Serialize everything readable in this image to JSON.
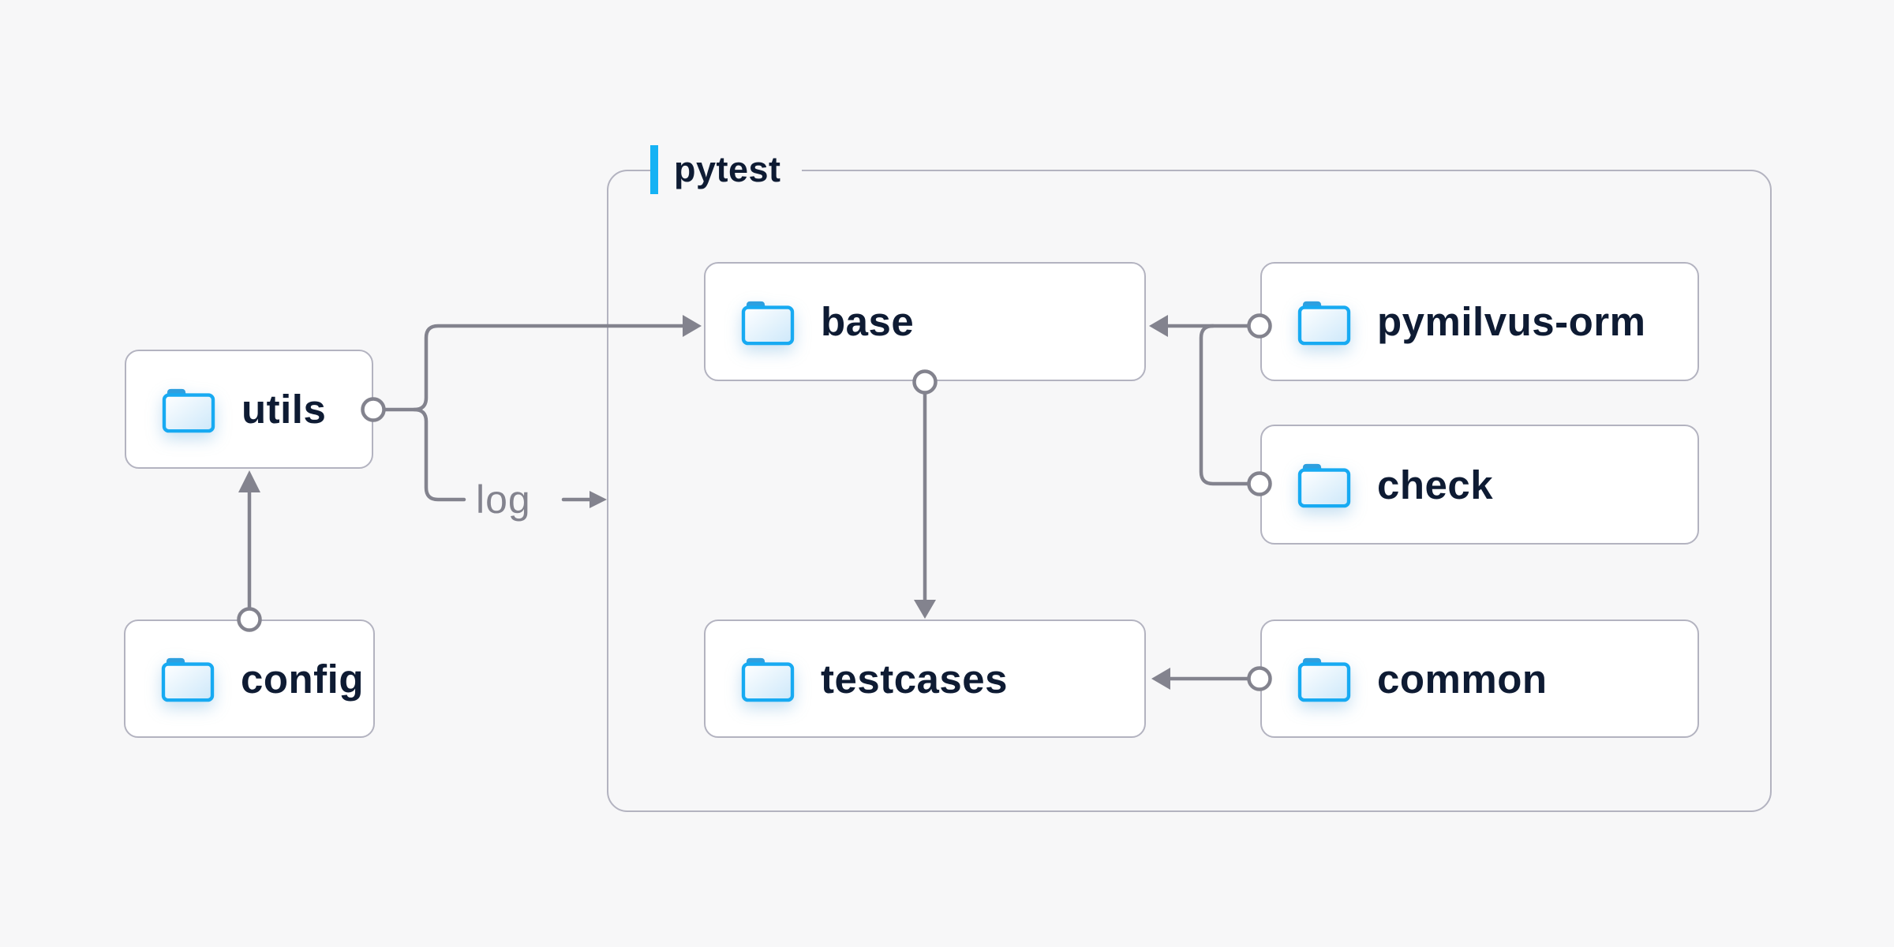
{
  "diagram": {
    "background_color": "#f7f7f8",
    "group": {
      "label": "pytest",
      "accent_color": "#16b2f4",
      "border_color": "#b3b3c0"
    },
    "nodes": {
      "utils": {
        "label": "utils",
        "icon": "folder-icon",
        "in_group": false
      },
      "config": {
        "label": "config",
        "icon": "folder-icon",
        "in_group": false
      },
      "base": {
        "label": "base",
        "icon": "folder-icon",
        "in_group": true
      },
      "pymilvus_orm": {
        "label": "pymilvus-orm",
        "icon": "folder-icon",
        "in_group": true
      },
      "check": {
        "label": "check",
        "icon": "folder-icon",
        "in_group": true
      },
      "testcases": {
        "label": "testcases",
        "icon": "folder-icon",
        "in_group": true
      },
      "common": {
        "label": "common",
        "icon": "folder-icon",
        "in_group": true
      }
    },
    "edges": {
      "log_label": "log",
      "list": [
        {
          "from": "config",
          "to": "utils",
          "tail": "circle",
          "head": "arrow"
        },
        {
          "from": "utils",
          "to": "base",
          "tail": "circle",
          "head": "arrow"
        },
        {
          "from": "utils",
          "to": "log",
          "tail": "circle",
          "head": "arrow",
          "label": "log"
        },
        {
          "from": "base",
          "to": "testcases",
          "tail": "circle",
          "head": "arrow"
        },
        {
          "from": "pymilvus_orm",
          "to": "base",
          "tail": "circle",
          "head": "arrow"
        },
        {
          "from": "check",
          "to": "base",
          "tail": "circle",
          "head": "arrow"
        },
        {
          "from": "common",
          "to": "testcases",
          "tail": "circle",
          "head": "arrow"
        }
      ]
    },
    "colors": {
      "node_fill": "#ffffff",
      "node_border": "#b3b3c0",
      "edge_stroke": "#83838e",
      "label_text": "#0e1b33",
      "folder_stroke": "#17aaf2",
      "folder_tab": "#2e9fdf"
    }
  }
}
